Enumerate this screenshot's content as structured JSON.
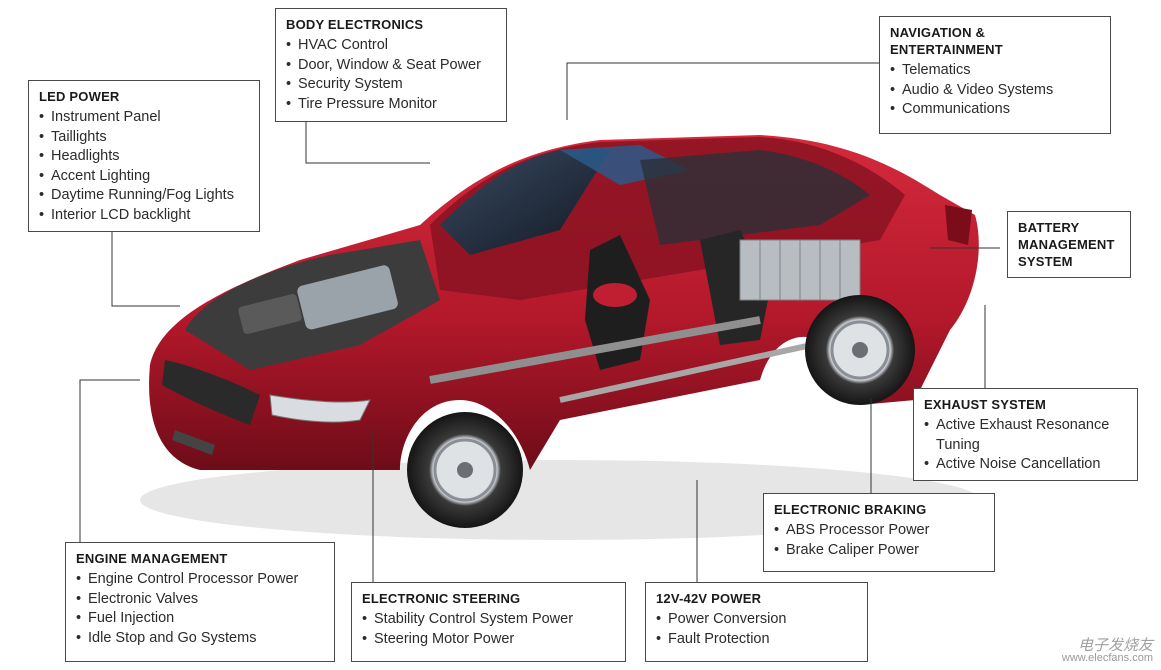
{
  "callouts": {
    "led_power": {
      "title": "LED POWER",
      "items": [
        "Instrument Panel",
        "Taillights",
        "Headlights",
        "Accent Lighting",
        "Daytime Running/Fog Lights",
        "Interior LCD backlight"
      ]
    },
    "body_electronics": {
      "title": "BODY ELECTRONICS",
      "items": [
        "HVAC Control",
        "Door, Window & Seat Power",
        "Security System",
        "Tire Pressure Monitor"
      ]
    },
    "navigation": {
      "title_line1": "NAVIGATION &",
      "title_line2": "ENTERTAINMENT",
      "items": [
        "Telematics",
        "Audio & Video Systems",
        "Communications"
      ]
    },
    "battery": {
      "title_line1": "BATTERY",
      "title_line2": "MANAGEMENT",
      "title_line3": "SYSTEM"
    },
    "exhaust": {
      "title": "EXHAUST SYSTEM",
      "items": [
        "Active Exhaust Resonance Tuning",
        "Active Noise Cancellation"
      ]
    },
    "braking": {
      "title": "ELECTRONIC BRAKING",
      "items": [
        "ABS Processor Power",
        "Brake Caliper Power"
      ]
    },
    "engine": {
      "title": "ENGINE MANAGEMENT",
      "items": [
        "Engine Control Processor Power",
        "Electronic Valves",
        "Fuel Injection",
        "Idle Stop and Go Systems"
      ]
    },
    "steering": {
      "title": "ELECTRONIC STEERING",
      "items": [
        "Stability Control System Power",
        "Steering Motor Power"
      ]
    },
    "power12v": {
      "title": "12V-42V POWER",
      "items": [
        "Power Conversion",
        "Fault Protection"
      ]
    }
  },
  "watermark": {
    "cn": "电子发烧友",
    "url": "www.elecfans.com"
  },
  "colors": {
    "car_body": "#b3182b",
    "car_body_dark": "#7a0f1c",
    "box_border": "#4a4a4a"
  }
}
